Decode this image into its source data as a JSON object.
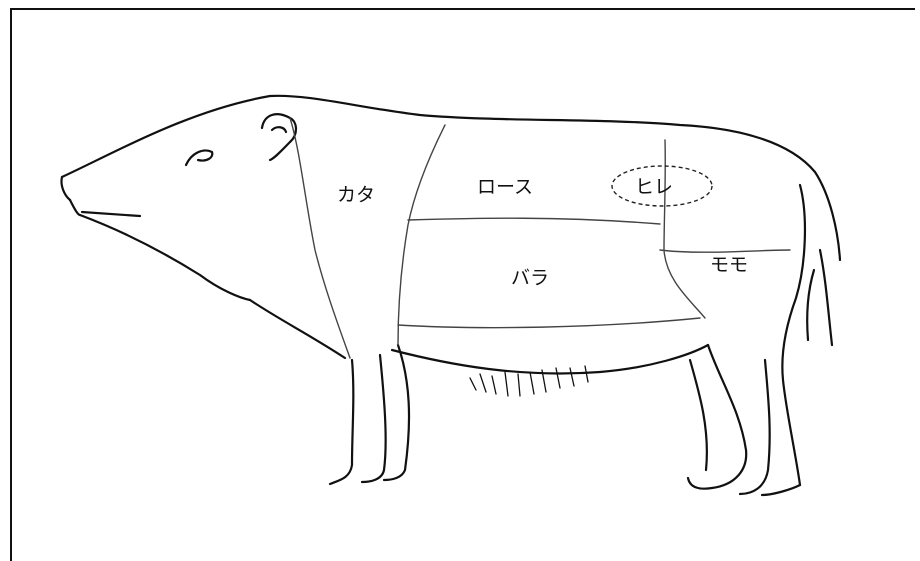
{
  "diagram": {
    "cuts": [
      {
        "id": "kata",
        "label": "カタ"
      },
      {
        "id": "rosu",
        "label": "ロース"
      },
      {
        "id": "hire",
        "label": "ヒレ"
      },
      {
        "id": "bara",
        "label": "バラ"
      },
      {
        "id": "momo",
        "label": "モモ"
      }
    ]
  }
}
